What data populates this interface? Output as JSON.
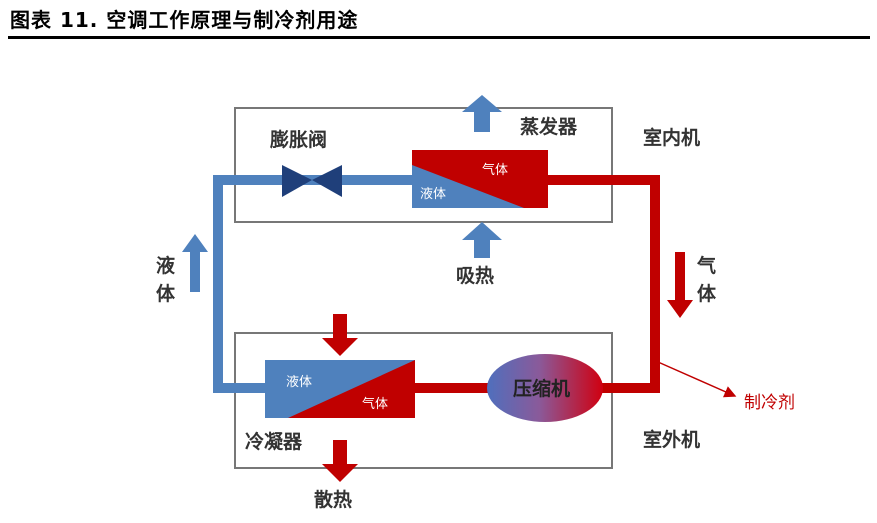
{
  "title": "图表 11. 空调工作原理与制冷剂用途",
  "diagram": {
    "indoor_unit": "室内机",
    "outdoor_unit": "室外机",
    "evaporator": "蒸发器",
    "expansion_valve": "膨胀阀",
    "condenser": "冷凝器",
    "compressor": "压缩机",
    "absorb_heat": "吸热",
    "release_heat": "散热",
    "liquid": "液体",
    "gas": "气体",
    "liquid_side": [
      "液",
      "体"
    ],
    "gas_side": [
      "气",
      "体"
    ],
    "refrigerant": "制冷剂"
  },
  "colors": {
    "blue": "#4f81bd",
    "red": "#c00000",
    "valve": "#1f3f7a"
  }
}
